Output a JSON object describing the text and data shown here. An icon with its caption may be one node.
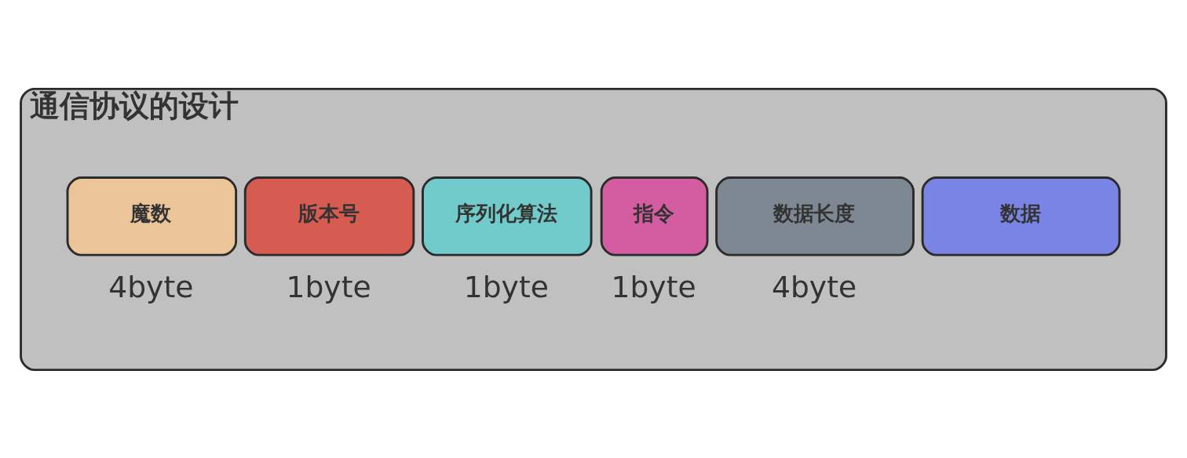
{
  "diagram": {
    "nodes": [
      {
        "text": [
          "通信协议的设计"
        ]
      },
      {
        "text": [
          "魔数"
        ],
        "in": 0,
        "beside": [
          "4byte"
        ]
      },
      {
        "text": [
          "版本号"
        ],
        "in": 0,
        "beside": [
          "1byte"
        ]
      },
      {
        "text": [
          "序列化算法"
        ],
        "in": 0,
        "beside": [
          "1byte"
        ]
      },
      {
        "text": [
          "指令"
        ],
        "in": 0,
        "beside": [
          "1byte"
        ]
      },
      {
        "text": [
          "数据长度"
        ],
        "in": 0,
        "beside": [
          "4byte"
        ]
      },
      {
        "text": [
          "数据"
        ],
        "in": 0
      }
    ]
  }
}
